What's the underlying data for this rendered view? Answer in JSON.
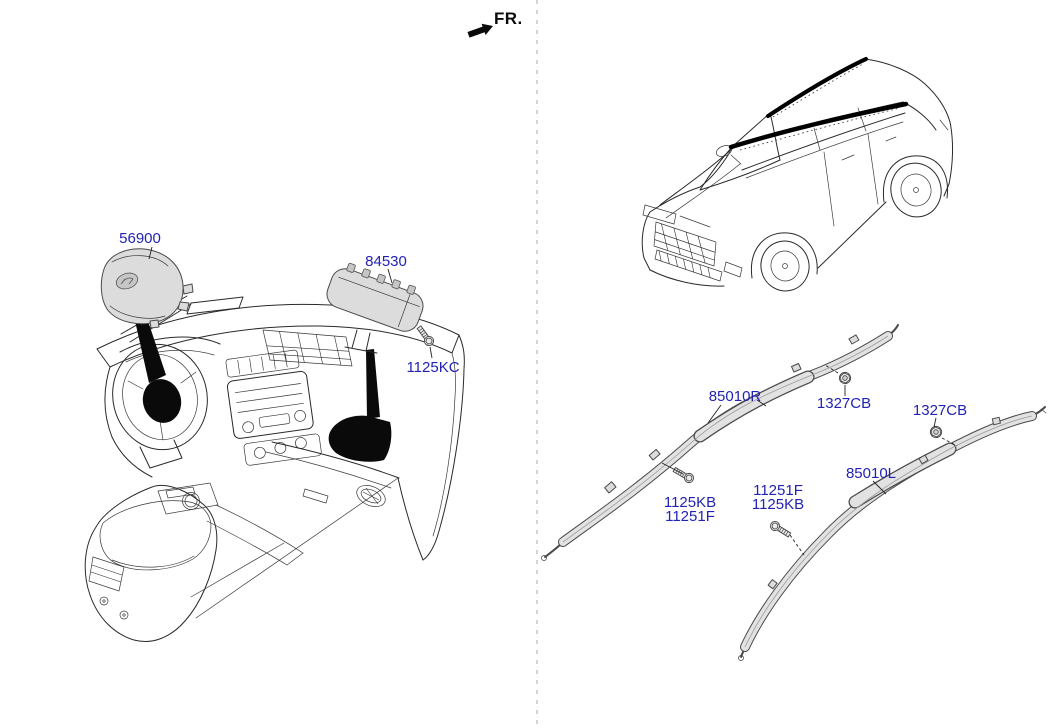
{
  "direction_indicator": {
    "label": "FR."
  },
  "palette": {
    "label_blue": "#2222b4",
    "line_dark": "#2a2a2a",
    "part_fill": "#dcdcdc",
    "divider_gray": "#b8b8b8",
    "black_fill": "#0a0a0a"
  },
  "left_diagram": {
    "labels": {
      "driver_airbag": "56900",
      "passenger_airbag": "84530",
      "passenger_airbag_bolt": "1125KC"
    }
  },
  "right_diagram": {
    "labels": {
      "curtain_right": "85010R",
      "curtain_left": "85010L",
      "nut_right_curtain": "1327CB",
      "nut_left_curtain": "1327CB",
      "bolt_right_curtain_line1": "1125KB",
      "bolt_right_curtain_line2": "11251F",
      "bolt_left_curtain_line1": "11251F",
      "bolt_left_curtain_line2": "1125KB"
    }
  }
}
